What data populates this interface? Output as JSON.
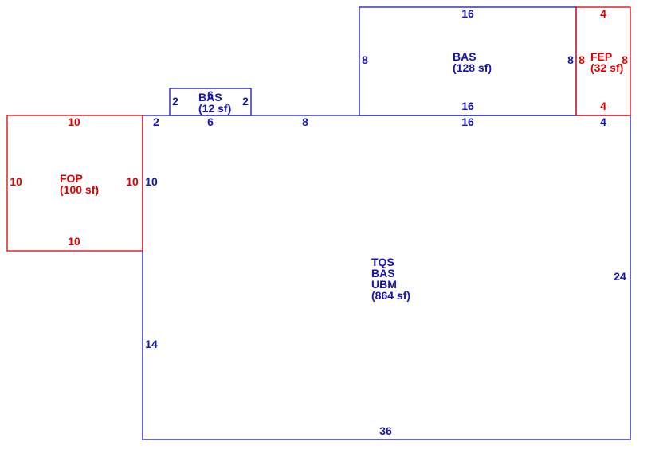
{
  "sketch": {
    "areas": {
      "main": {
        "lines": [
          "TQS",
          "BAS",
          "UBM",
          "(864 sf)"
        ],
        "color": "#1414b4"
      },
      "bas_upper": {
        "lines": [
          "BAS",
          "(128 sf)"
        ],
        "color": "#1414b4"
      },
      "bas_small": {
        "lines": [
          "BAS",
          "(12 sf)"
        ],
        "color": "#1414b4"
      },
      "fop": {
        "lines": [
          "FOP",
          "(100 sf)"
        ],
        "color": "#e00000"
      },
      "fep": {
        "lines": [
          "FEP",
          "(32 sf)"
        ],
        "color": "#e00000"
      }
    },
    "dimensions": {
      "main_bottom": "36",
      "main_right": "24",
      "main_left_lower": "14",
      "main_left_upper": "10",
      "main_top_seg_1": "2",
      "main_top_seg_2": "6",
      "main_top_seg_3": "8",
      "main_top_seg_4": "16",
      "main_top_seg_5": "4",
      "bas_upper_top": "16",
      "bas_upper_bottom": "16",
      "bas_upper_left": "8",
      "bas_upper_right": "8",
      "bas_small_left": "2",
      "bas_small_right": "2",
      "bas_small_top": "6",
      "fop_top": "10",
      "fop_bottom": "10",
      "fop_left": "10",
      "fop_right": "10",
      "fep_top": "4",
      "fep_bottom": "4",
      "fep_left": "8",
      "fep_right": "8"
    }
  }
}
